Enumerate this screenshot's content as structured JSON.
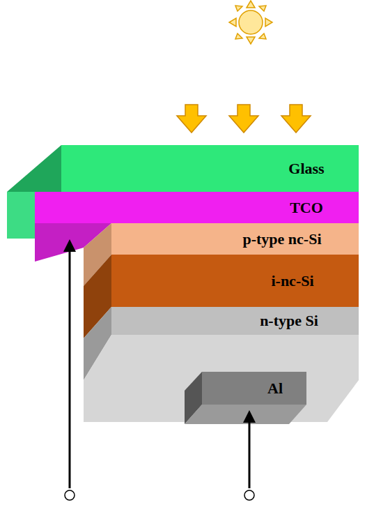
{
  "diagram": {
    "nodes": [
      {
        "text": [
          "Glass"
        ]
      },
      {
        "text": [
          "TCO"
        ]
      },
      {
        "text": [
          "p-type nc-Si"
        ]
      },
      {
        "text": [
          "i-nc-Si"
        ]
      },
      {
        "text": [
          "n-type Si"
        ]
      },
      {
        "text": [
          "Al"
        ]
      }
    ]
  }
}
